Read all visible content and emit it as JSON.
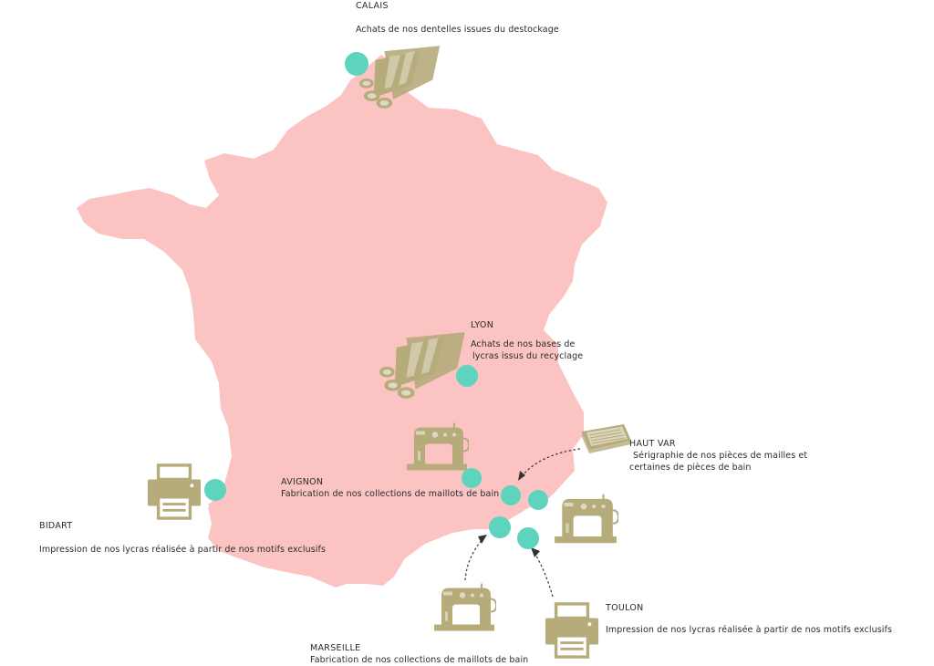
{
  "colors": {
    "land": "#fbc4c3",
    "marker": "#5ed3bd",
    "icon": "#b5ab7b",
    "arrow": "#333333"
  },
  "locations": {
    "calais": {
      "city": "CALAIS",
      "description": "Achats de nos dentelles issues du destockage",
      "icon": "fabric-rolls-icon"
    },
    "lyon": {
      "city": "LYON",
      "description_line1": "Achats de nos bases de",
      "description_line2": "lycras issus du recyclage",
      "icon": "fabric-rolls-icon"
    },
    "haut_var": {
      "city": "HAUT VAR",
      "description_line1": "Sérigraphie de nos pièces de mailles et",
      "description_line2": "certaines de pièces de bain",
      "icon": "screen-printing-icon"
    },
    "avignon": {
      "city": "AVIGNON",
      "description": "Fabrication de nos collections de maillots de bain",
      "icon": "sewing-machine-icon"
    },
    "bidart": {
      "city": "BIDART",
      "description": "Impression de nos lycras réalisée à partir de nos motifs exclusifs",
      "icon": "printer-icon"
    },
    "toulon": {
      "city": "TOULON",
      "description": "Impression de nos lycras réalisée à partir de nos motifs exclusifs",
      "icon": "printer-icon"
    },
    "marseille": {
      "city": "MARSEILLE",
      "description": "Fabrication de nos collections de maillots de bain",
      "icon": "sewing-machine-icon"
    }
  }
}
